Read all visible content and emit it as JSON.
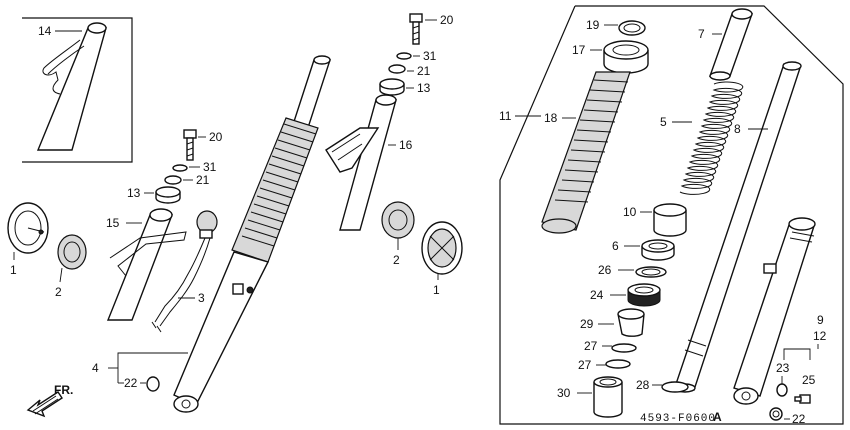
{
  "callouts": {
    "c1_left": "1",
    "c1_right": "1",
    "c2_left": "2",
    "c2_right": "2",
    "c3": "3",
    "c4": "4",
    "c5": "5",
    "c6": "6",
    "c7": "7",
    "c8": "8",
    "c9": "9",
    "c10": "10",
    "c11": "11",
    "c12": "12",
    "c13_left": "13",
    "c13_right": "13",
    "c14": "14",
    "c15": "15",
    "c16": "16",
    "c17": "17",
    "c18": "18",
    "c19": "19",
    "c20_left": "20",
    "c20_right": "20",
    "c21_left": "21",
    "c21_right": "21",
    "c22_left": "22",
    "c22_right": "22",
    "c23": "23",
    "c24": "24",
    "c25": "25",
    "c26": "26",
    "c27_a": "27",
    "c27_b": "27",
    "c28": "28",
    "c29": "29",
    "c30": "30",
    "c31_left": "31",
    "c31_right": "31"
  },
  "front_label": "FR.",
  "diagram_code": "4593-F0600",
  "diagram_rev": "A"
}
